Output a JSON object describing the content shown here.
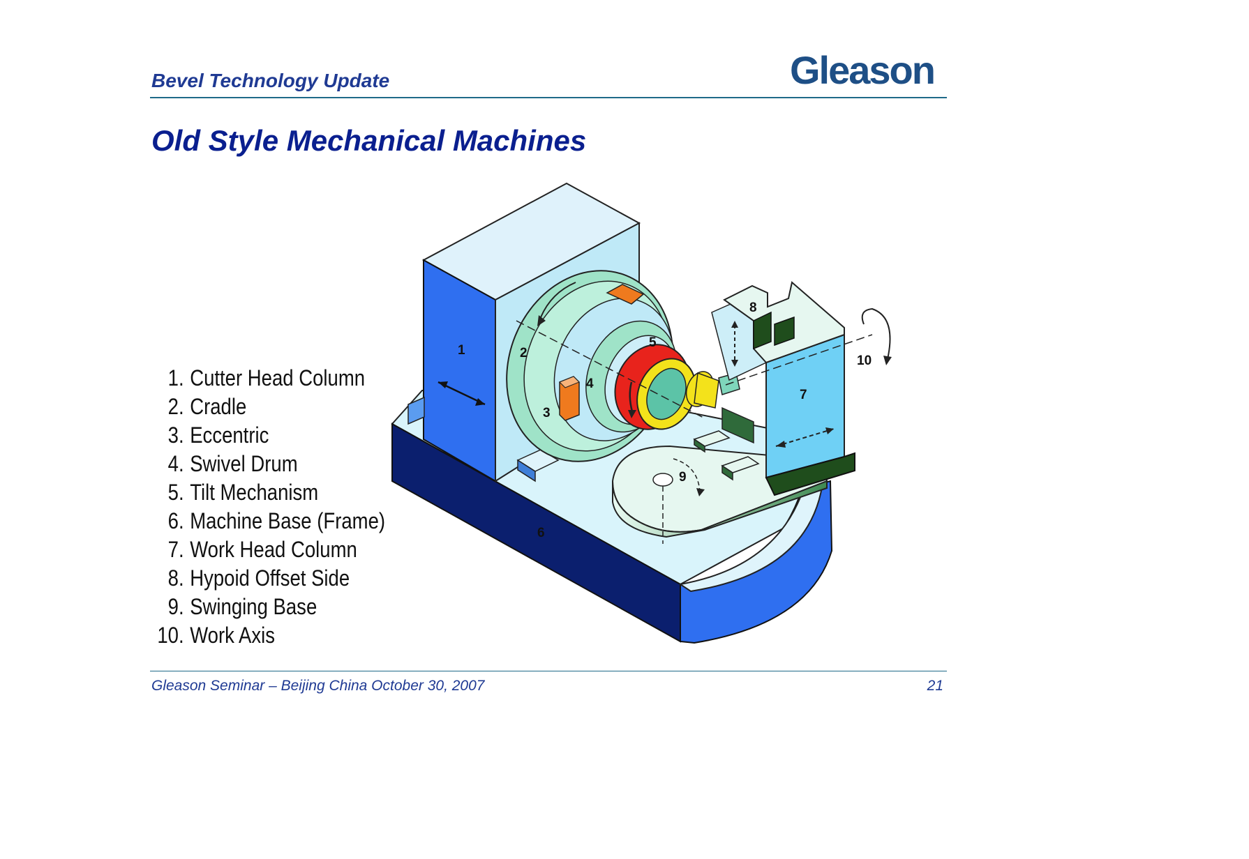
{
  "header": {
    "title": "Bevel Technology Update",
    "logo_text": "Gleason"
  },
  "slide": {
    "title": "Old Style Mechanical Machines"
  },
  "legend": [
    {
      "number": "1.",
      "label": "Cutter Head Column"
    },
    {
      "number": "2.",
      "label": "Cradle"
    },
    {
      "number": "3.",
      "label": "Eccentric"
    },
    {
      "number": "4.",
      "label": "Swivel Drum"
    },
    {
      "number": "5.",
      "label": "Tilt Mechanism"
    },
    {
      "number": "6.",
      "label": "Machine Base (Frame)"
    },
    {
      "number": "7.",
      "label": "Work Head Column"
    },
    {
      "number": "8.",
      "label": "Hypoid Offset Side"
    },
    {
      "number": "9.",
      "label": "Swinging Base"
    },
    {
      "number": "10.",
      "label": "Work Axis"
    }
  ],
  "figure": {
    "callouts": [
      "1",
      "2",
      "3",
      "4",
      "5",
      "6",
      "7",
      "8",
      "9",
      "10"
    ]
  },
  "footer": {
    "left": "Gleason Seminar – Beijing China  October 30, 2007",
    "page": "21"
  },
  "colors": {
    "accent": "#1f3a93",
    "logo": "#1e4f86",
    "column_blue": "#2f6ff0",
    "base_navy": "#0b1f6e",
    "light_cyan": "#cdeef8",
    "mint": "#9fe3c8",
    "red": "#e8231c",
    "yellow": "#f3e21b",
    "orange": "#ef7a1e",
    "dark_green": "#1f4d1c"
  }
}
